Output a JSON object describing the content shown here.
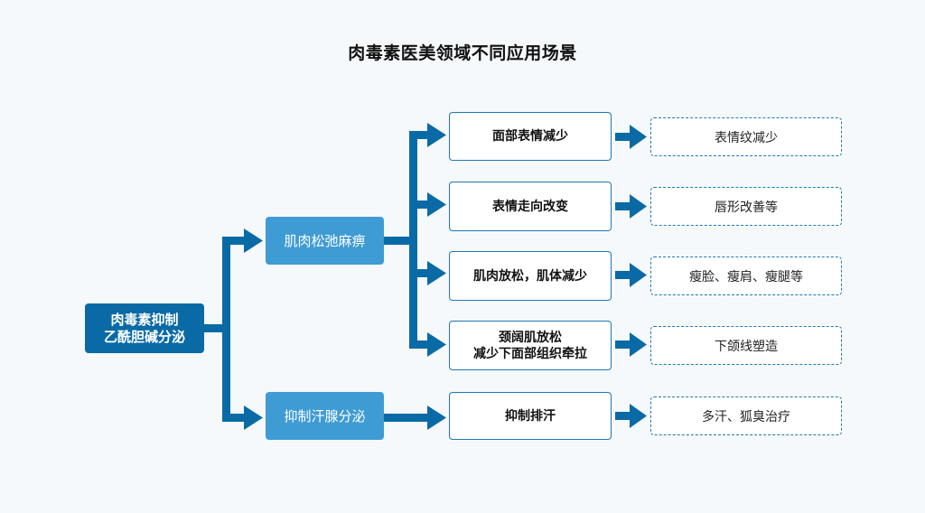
{
  "title": "肉毒素医美领域不同应用场景",
  "root": {
    "line1": "肉毒素抑制",
    "line2": "乙酰胆碱分泌"
  },
  "branches": [
    {
      "label": "肌肉松弛麻痹",
      "effects": [
        {
          "line1": "面部表情减少",
          "line2": "",
          "scene": "表情纹减少"
        },
        {
          "line1": "表情走向改变",
          "line2": "",
          "scene": "唇形改善等"
        },
        {
          "line1": "肌肉放松，肌体减少",
          "line2": "",
          "scene": "瘦脸、瘦肩、瘦腿等"
        },
        {
          "line1": "颈阔肌放松",
          "line2": "减少下面部组织牵拉",
          "scene": "下颌线塑造"
        }
      ]
    },
    {
      "label": "抑制汗腺分泌",
      "effects": [
        {
          "line1": "抑制排汗",
          "line2": "",
          "scene": "多汗、狐臭治疗"
        }
      ]
    }
  ],
  "colors": {
    "root": "#0a6aa6",
    "branch": "#3f9bd3",
    "connector": "#0a6aa6",
    "border": "#1f77b4"
  }
}
